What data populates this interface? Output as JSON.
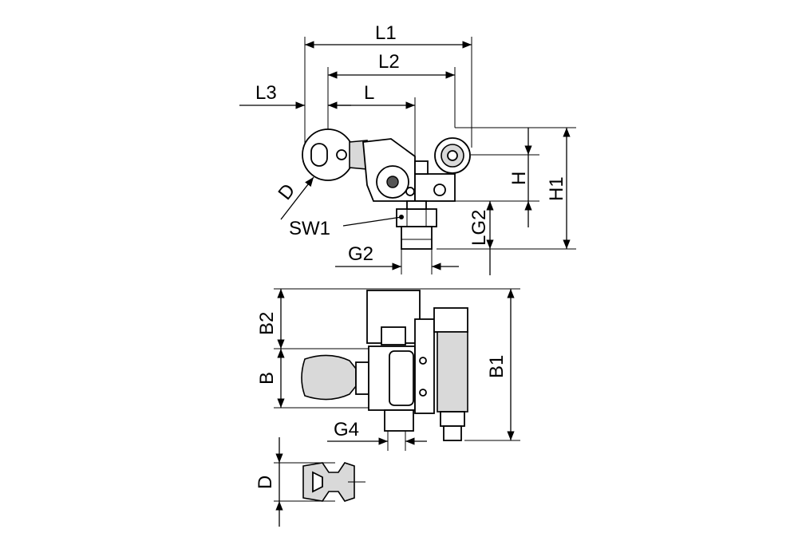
{
  "labels": {
    "L1": "L1",
    "L2": "L2",
    "L3": "L3",
    "L": "L",
    "D_top": "D",
    "SW1": "SW1",
    "G2": "G2",
    "H": "H",
    "H1": "H1",
    "LG2": "LG2",
    "B2": "B2",
    "B": "B",
    "B1": "B1",
    "G4": "G4",
    "D_bottom": "D"
  }
}
